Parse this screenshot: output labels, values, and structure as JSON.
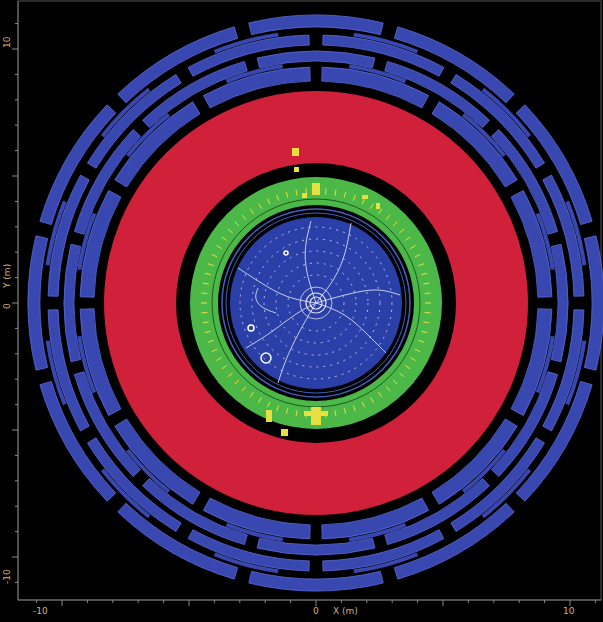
{
  "diagram": {
    "labels": [
      "10",
      "Y (m)",
      "0",
      "-10",
      "-10",
      "0",
      "X (m)",
      "10"
    ]
  }
}
